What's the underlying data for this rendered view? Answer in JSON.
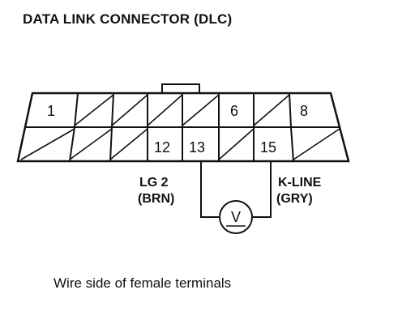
{
  "title": "DATA LINK CONNECTOR (DLC)",
  "caption": "Wire side of female terminals",
  "pins": {
    "p1": "1",
    "p6": "6",
    "p8": "8",
    "p12": "12",
    "p13": "13",
    "p15": "15"
  },
  "wires": {
    "left_name": "LG 2",
    "left_color": "(BRN)",
    "right_name": "K-LINE",
    "right_color": "(GRY)"
  },
  "meter_symbol": "V"
}
